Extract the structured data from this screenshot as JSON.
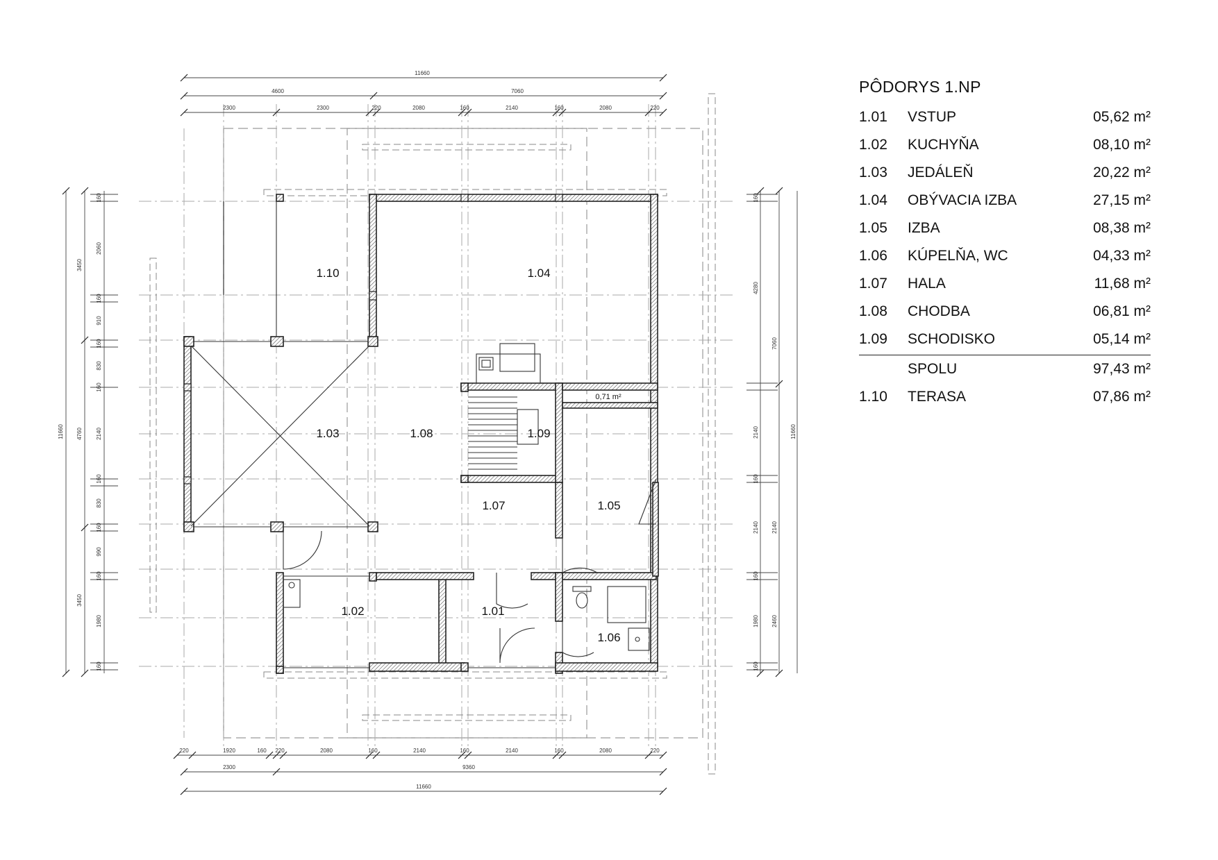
{
  "legend": {
    "title": "PÔDORYS 1.NP",
    "rooms": [
      {
        "code": "1.01",
        "name": "VSTUP",
        "area": "05,62 m²"
      },
      {
        "code": "1.02",
        "name": "KUCHYŇA",
        "area": "08,10 m²"
      },
      {
        "code": "1.03",
        "name": "JEDÁLEŇ",
        "area": "20,22 m²"
      },
      {
        "code": "1.04",
        "name": "OBÝVACIA IZBA",
        "area": "27,15 m²"
      },
      {
        "code": "1.05",
        "name": "IZBA",
        "area": "08,38 m²"
      },
      {
        "code": "1.06",
        "name": "KÚPELŇA, WC",
        "area": "04,33 m²"
      },
      {
        "code": "1.07",
        "name": "HALA",
        "area": "11,68 m²"
      },
      {
        "code": "1.08",
        "name": "CHODBA",
        "area": "06,81 m²"
      },
      {
        "code": "1.09",
        "name": "SCHODISKO",
        "area": "05,14 m²"
      }
    ],
    "total": {
      "code": "",
      "name": "SPOLU",
      "area": "97,43 m²"
    },
    "extra": {
      "code": "1.10",
      "name": "TERASA",
      "area": "07,86 m²"
    }
  },
  "plan": {
    "room_labels": [
      "1.01",
      "1.02",
      "1.03",
      "1.04",
      "1.05",
      "1.06",
      "1.07",
      "1.08",
      "1.09",
      "1.10"
    ],
    "small_label": "0,71 m²",
    "dims": {
      "top_total": "11660",
      "top_split": [
        "4600",
        "7060"
      ],
      "top_detail": [
        "2300",
        "2300",
        "220",
        "2080",
        "160",
        "2140",
        "160",
        "2080",
        "220"
      ],
      "bottom_detail": [
        "220",
        "1920",
        "160",
        "220",
        "2080",
        "160",
        "2140",
        "160",
        "2140",
        "160",
        "2080",
        "220"
      ],
      "bottom_mid": [
        "2300",
        "9360"
      ],
      "bottom_total": "11660",
      "left_total": "11660",
      "left_split": [
        "3450",
        "4760",
        "3450"
      ],
      "left_detail": [
        "160",
        "2060",
        "160",
        "910",
        "160",
        "830",
        "160",
        "2140",
        "160",
        "830",
        "160",
        "990",
        "160",
        "1980",
        "160"
      ],
      "right_total": "11660",
      "right_split": [
        "4280",
        "7060"
      ],
      "right_detail": [
        "160",
        "2140",
        "160",
        "2140",
        "160",
        "1980",
        "160"
      ],
      "right_outer": [
        "2140",
        "2460"
      ]
    }
  }
}
